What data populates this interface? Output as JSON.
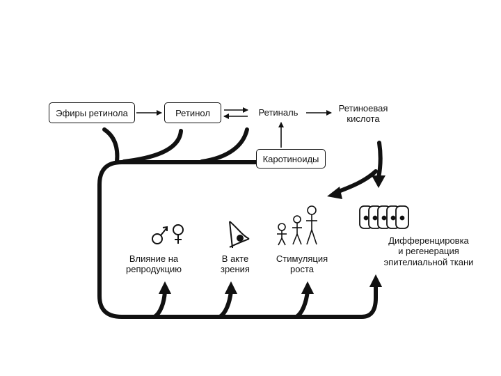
{
  "nodes": {
    "retinol_esters": "Эфиры ретинола",
    "retinol": "Ретинол",
    "retinal": "Ретиналь",
    "retinoic_acid_line1": "Ретиноевая",
    "retinoic_acid_line2": "кислота",
    "carotenoids": "Каротиноиды"
  },
  "effects": {
    "reproduction_line1": "Влияние на",
    "reproduction_line2": "репродукцию",
    "vision_line1": "В акте",
    "vision_line2": "зрения",
    "growth_line1": "Стимуляция",
    "growth_line2": "роста",
    "epithelium_line1": "Дифференцировка",
    "epithelium_line2": "и регенерация",
    "epithelium_line3": "эпителиальной ткани"
  },
  "icons": [
    "male-female-icon",
    "eye-icon",
    "stick-figures-icon",
    "epithelial-cells-icon"
  ],
  "colors": {
    "ink": "#111111",
    "background": "#ffffff"
  }
}
